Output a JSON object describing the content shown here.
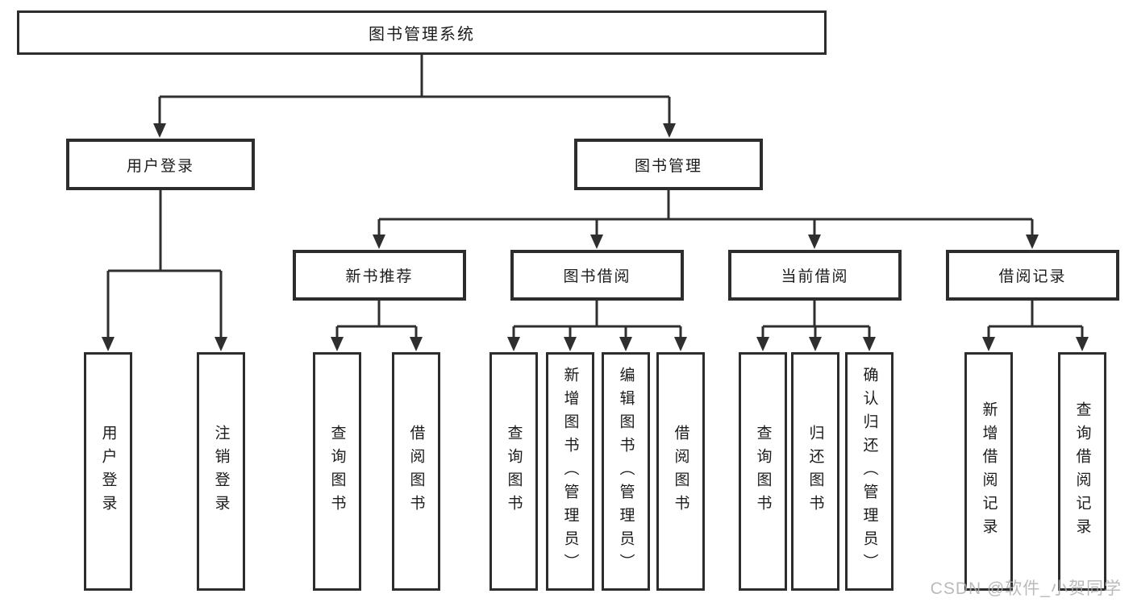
{
  "colors": {
    "line": "#2f2f2f",
    "box_border": "#2d2d2d",
    "text": "#1c1c1c",
    "background": "#ffffff",
    "watermark": "#aeaeae"
  },
  "watermark": "CSDN @软件_小贺同学",
  "tree": {
    "title": "图书管理系统",
    "children": [
      {
        "label": "用户登录",
        "children": [
          {
            "label": "用户登录"
          },
          {
            "label": "注销登录"
          }
        ]
      },
      {
        "label": "图书管理",
        "children": [
          {
            "label": "新书推荐",
            "children": [
              {
                "label": "查询图书"
              },
              {
                "label": "借阅图书"
              }
            ]
          },
          {
            "label": "图书借阅",
            "children": [
              {
                "label": "查询图书"
              },
              {
                "label": "新增图书（管理员）"
              },
              {
                "label": "编辑图书（管理员）"
              },
              {
                "label": "借阅图书"
              }
            ]
          },
          {
            "label": "当前借阅",
            "children": [
              {
                "label": "查询图书"
              },
              {
                "label": "归还图书"
              },
              {
                "label": "确认归还（管理员）"
              }
            ]
          },
          {
            "label": "借阅记录",
            "children": [
              {
                "label": "新增借阅记录"
              },
              {
                "label": "查询借阅记录"
              }
            ]
          }
        ]
      }
    ]
  }
}
